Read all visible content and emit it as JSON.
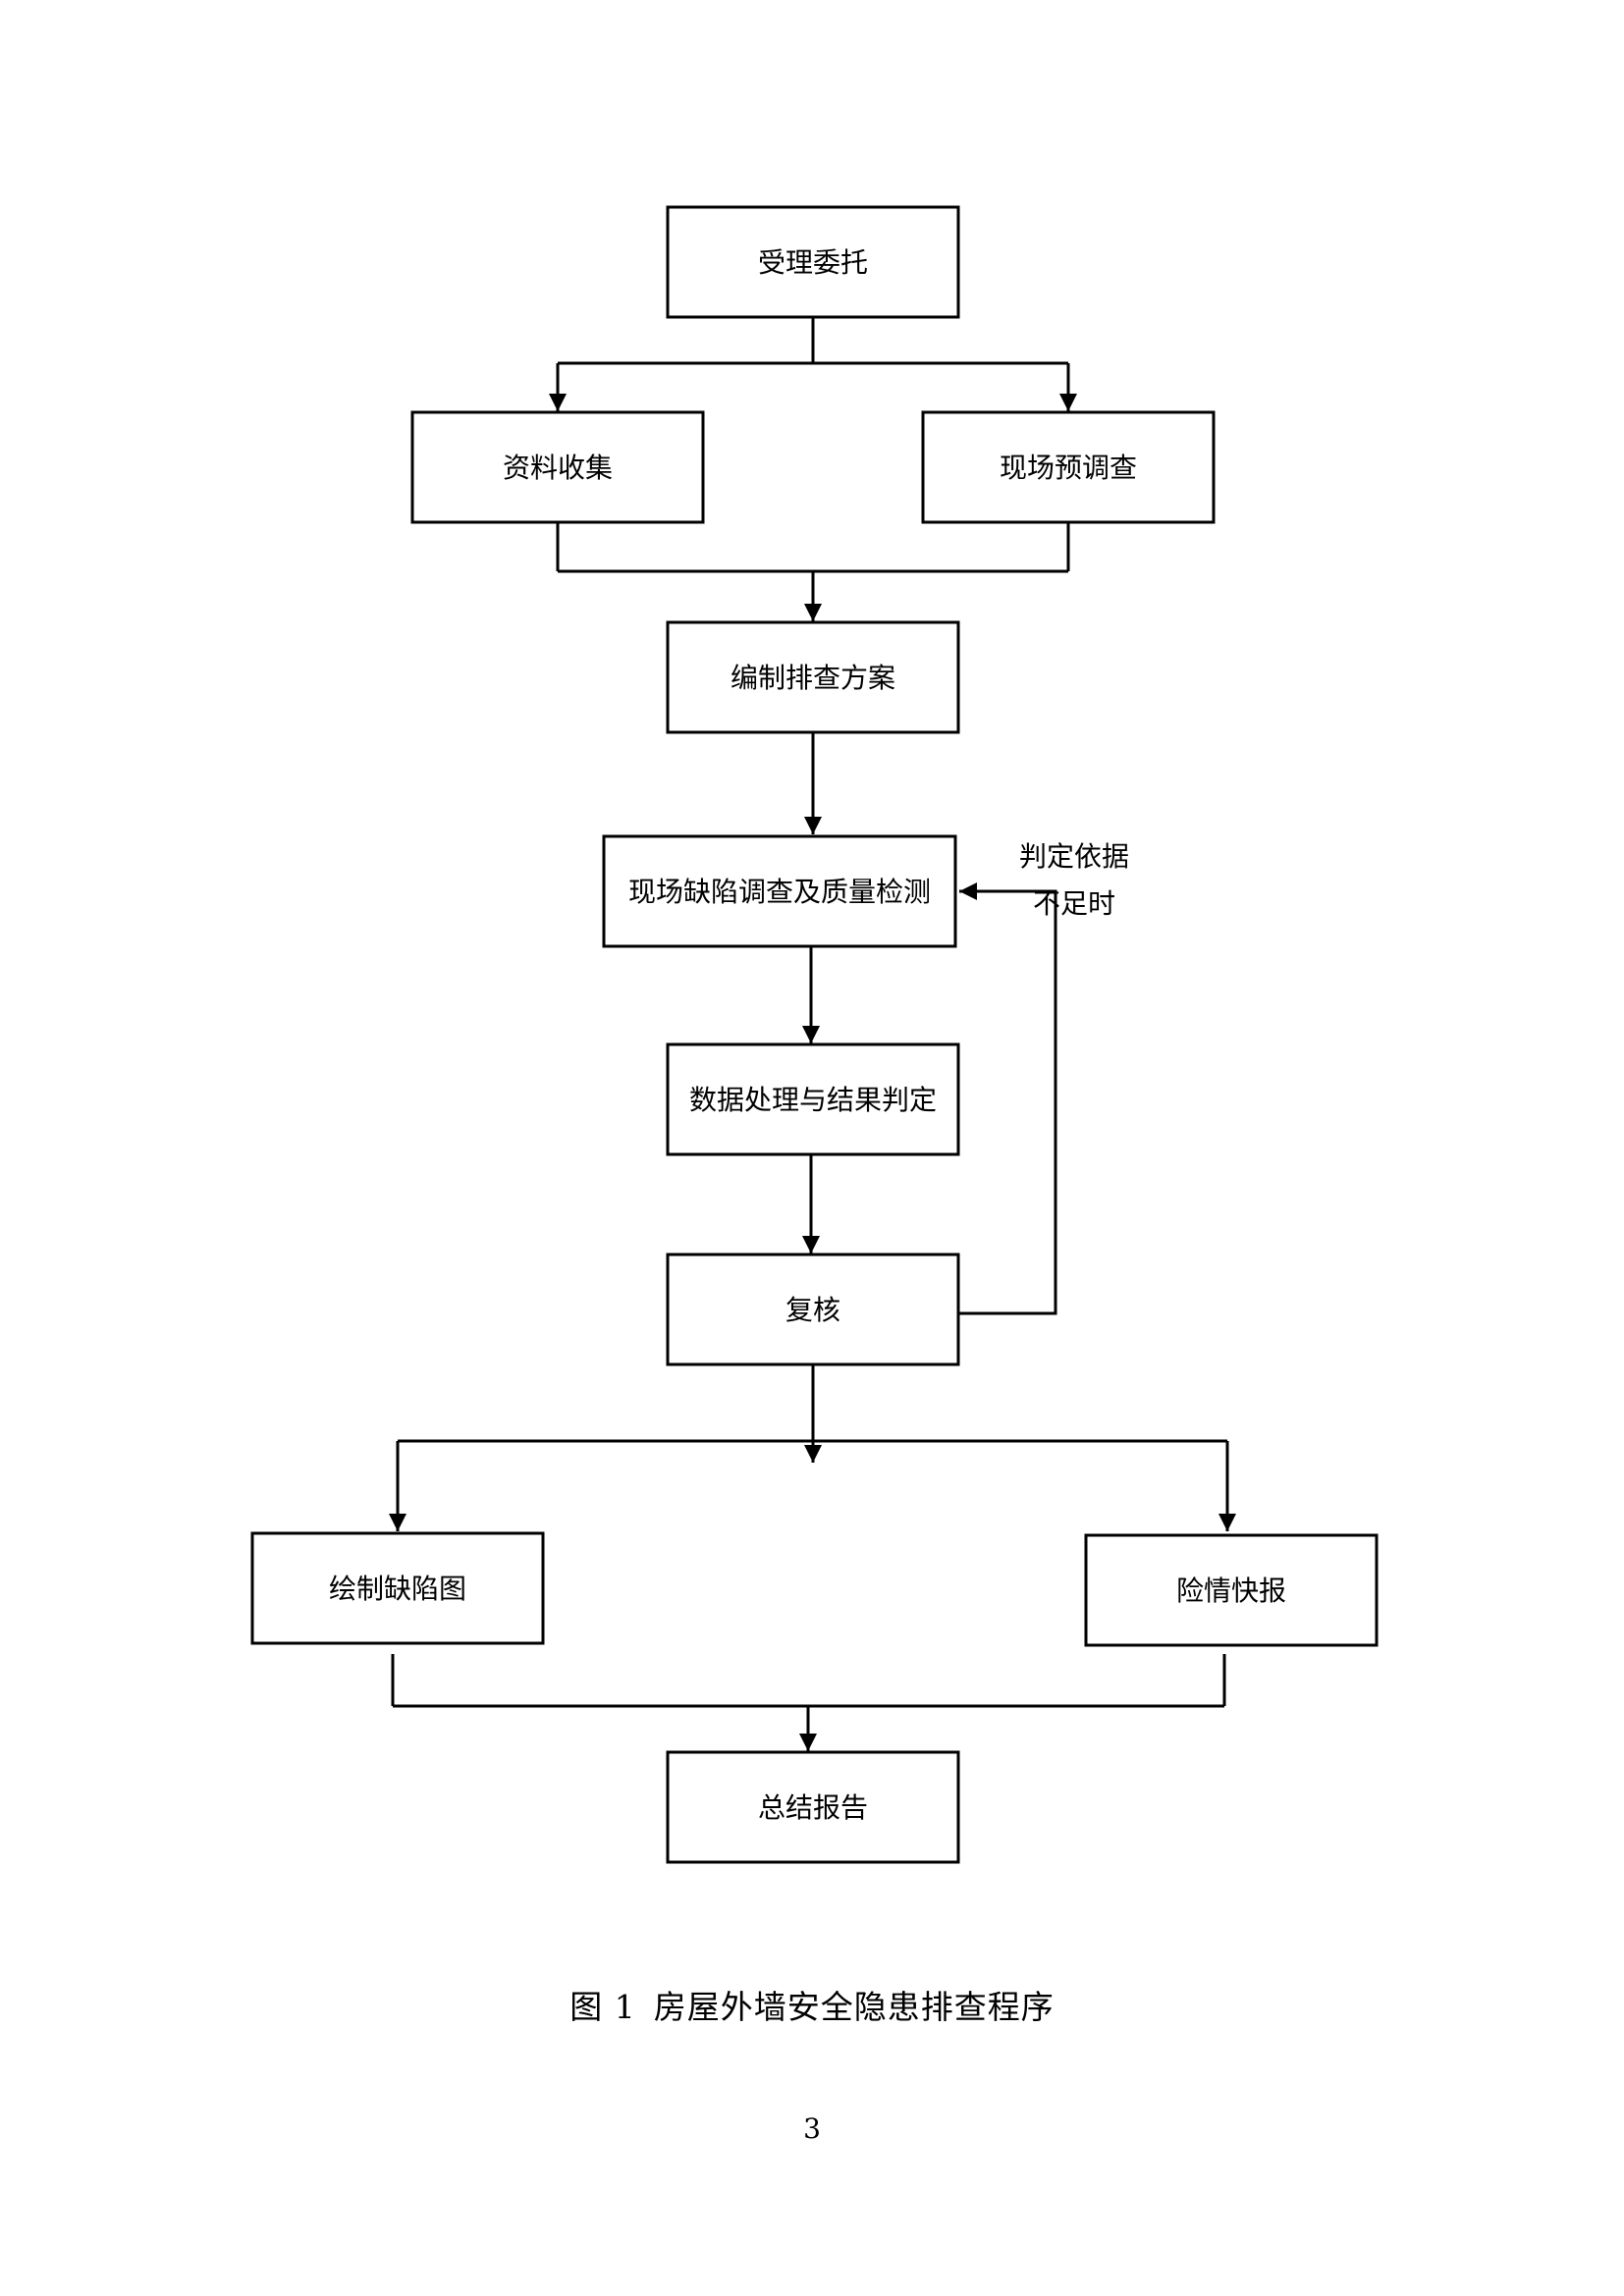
{
  "diagram": {
    "nodes": {
      "accept": "受理委托",
      "collect": "资料收集",
      "presurvey": "现场预调查",
      "plan": "编制排查方案",
      "survey": "现场缺陷调查及质量检测",
      "process": "数据处理与结果判定",
      "review": "复核",
      "draw": "绘制缺陷图",
      "alert": "险情快报",
      "report": "总结报告"
    },
    "feedback_note": [
      "判定依据",
      "不足时"
    ]
  },
  "caption": {
    "number": "图 1",
    "title": "房屋外墙安全隐患排查程序"
  },
  "page_number": "3"
}
